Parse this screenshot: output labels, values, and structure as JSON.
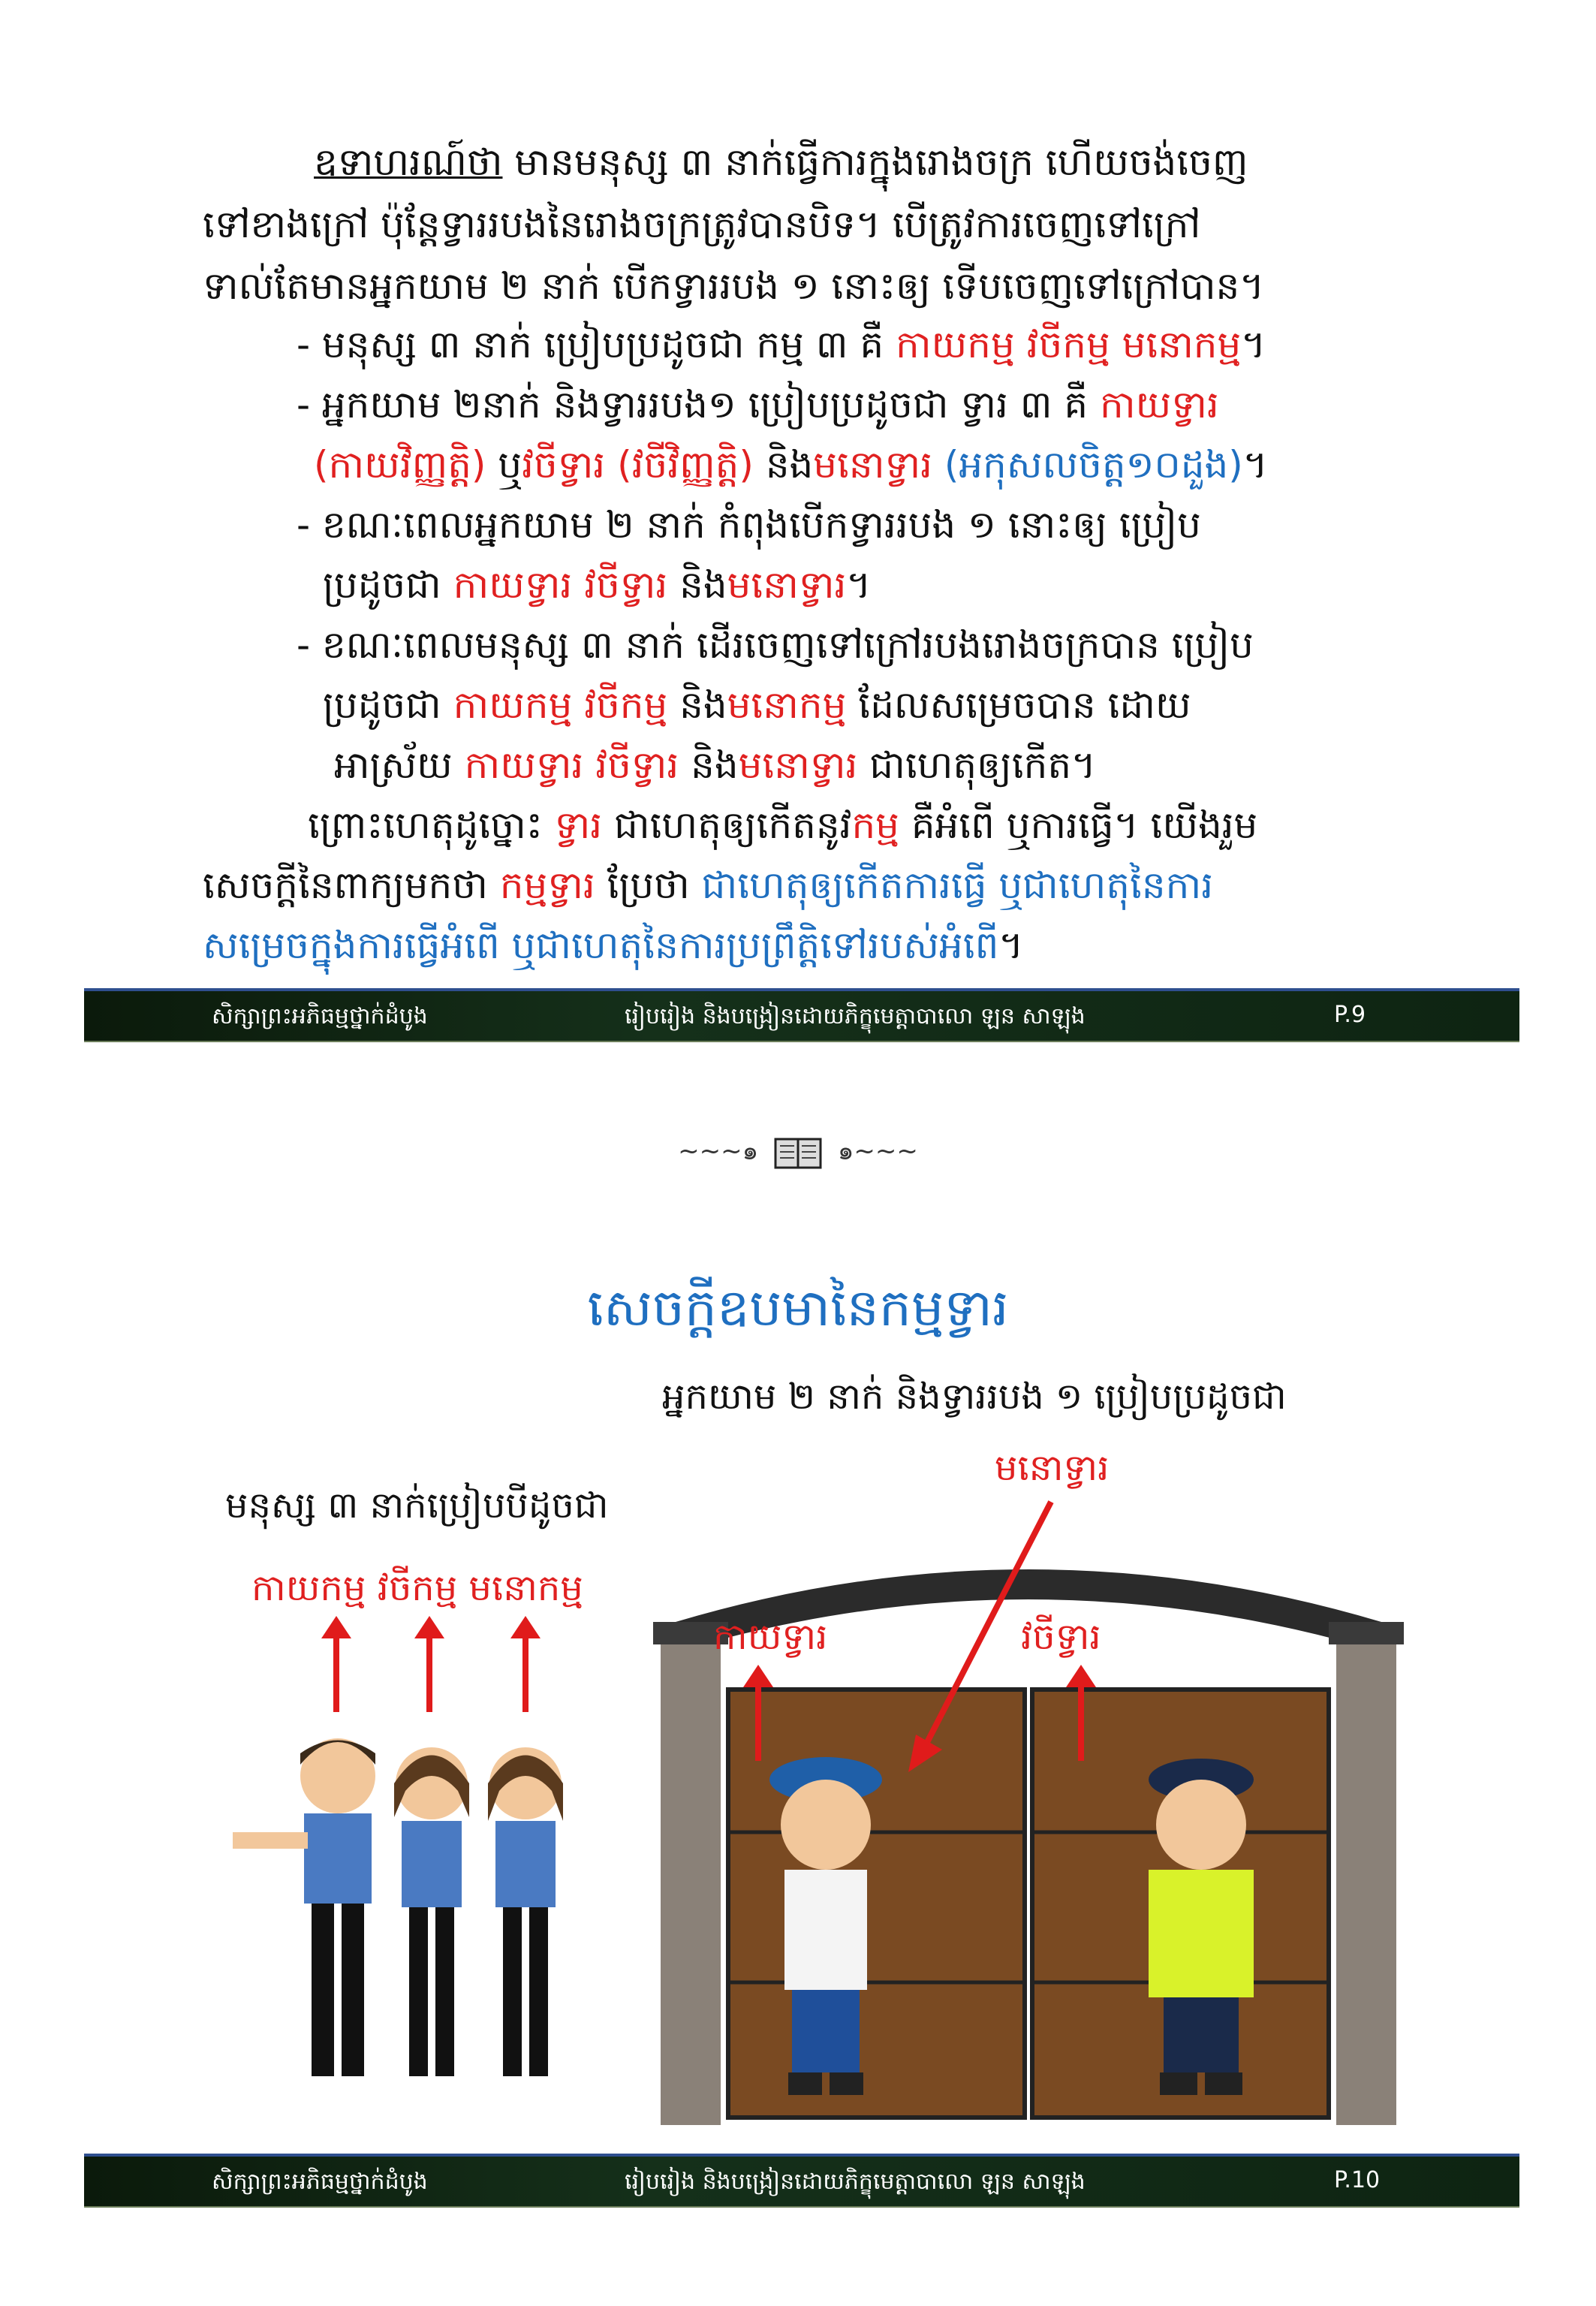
{
  "page9": {
    "p1_lead": "ឧទាហរណ៍ថា",
    "p1_rest": " មានមនុស្ស ៣ នាក់ធ្វើការក្នុងរោងចក្រ ហើយចង់ចេញ",
    "p1_l2": "ទៅខាងក្រៅ   ប៉ុន្តែទ្វាររបងនៃរោងចក្រត្រូវបានបិទ។   បើត្រូវការចេញទៅក្រៅ",
    "p1_l3": "ទាល់តែមានអ្នកយាម ២ នាក់ បើកទ្វាររបង ១ នោះឲ្យ ទើបចេញទៅក្រៅបាន។",
    "b1_a": "- មនុស្ស ៣ នាក់ ប្រៀបប្រដូចជា កម្ម ៣ គឺ ",
    "b1_red": "កាយកម្ម វចីកម្ម មនោកម្ម",
    "b1_end": "។",
    "b2_a": "- អ្នកយាម ២នាក់ និងទ្វាររបង១ ប្រៀបប្រដូចជា ទ្វារ ៣ គឺ ",
    "b2_red1": "កាយទ្វារ",
    "b2_l2_red1": "(កាយវិញ្ញត្តិ)",
    "b2_l2_b": " ឬ",
    "b2_l2_red2": "វចីទ្វារ",
    "b2_l2_red3": " (វចីវិញ្ញត្តិ)",
    "b2_l2_c": " និង",
    "b2_l2_red4": "មនោទ្វារ",
    "b2_l2_blue": " (អកុសលចិត្ត១០ដួង)",
    "b2_l2_end": "។",
    "b3_l1": "- ខណៈពេលអ្នកយាម ២ នាក់ កំពុងបើកទ្វាររបង ១ នោះឲ្យ ប្រៀប",
    "b3_l2_a": "ប្រដូចជា ",
    "b3_l2_red1": "កាយទ្វារ វចីទ្វារ",
    "b3_l2_b": " និង",
    "b3_l2_red2": "មនោទ្វារ",
    "b3_l2_end": "។",
    "b4_l1": "- ខណៈពេលមនុស្ស ៣ នាក់  ដើរចេញទៅក្រៅរបងរោងចក្របាន ប្រៀប",
    "b4_l2_a": "ប្រដូចជា ",
    "b4_l2_red1": "កាយកម្ម វចីកម្ម",
    "b4_l2_b": " និង",
    "b4_l2_red2": "មនោកម្ម",
    "b4_l2_c": " ដែលសម្រេចបាន ដោយ",
    "b4_l3_a": "អាស្រ័យ ",
    "b4_l3_red1": "កាយទ្វារ វចីទ្វារ",
    "b4_l3_b": " និង",
    "b4_l3_red2": "មនោទ្វារ",
    "b4_l3_c": " ជាហេតុឲ្យកើត។",
    "c_l1_a": "ព្រោះហេតុដូច្នោះ ",
    "c_l1_red1": "ទ្វារ",
    "c_l1_b": " ជាហេតុឲ្យកើតនូវ",
    "c_l1_red2": "កម្ម",
    "c_l1_c": " គឺអំពើ ឬការធ្វើ។ យើងរួម",
    "c_l2_a": "សេចក្តីនៃពាក្យមកថា  ",
    "c_l2_red": "កម្មទ្វារ",
    "c_l2_b": "  ប្រែថា  ",
    "c_l2_blue": "ជាហេតុឲ្យកើតការធ្វើ  ឬជាហេតុនៃការ",
    "c_l3_blue": "សម្រេចក្នុងការធ្វើអំពើ ឬជាហេតុនៃការប្រព្រឹត្តិទៅរបស់អំពើ",
    "c_l3_end": "។"
  },
  "footer": {
    "left": "សិក្សាព្រះអភិធម្មថ្នាក់ដំបូង",
    "middle": "រៀបរៀង  និងបង្រៀនដោយភិក្ខុមេត្តាបាលោ  ឡន  សាឡុង",
    "page9": "P.9",
    "page10": "P.10"
  },
  "ornament": {
    "left": "~~~๑",
    "right": "๑~~~"
  },
  "page10": {
    "title": "សេចក្តីឧបមានៃកម្មទ្វារ",
    "guards_caption": "អ្នកយាម ២ នាក់ និងទ្វាររបង ១ ប្រៀបប្រដូចជា",
    "people_caption": "មនុស្ស ៣ នាក់ប្រៀបបីដូចជា",
    "people_labels": "កាយកម្ម វចីកម្ម មនោកម្ម",
    "mano_label": "មនោទ្វារ",
    "kaya_label": "កាយទ្វារ",
    "vaci_label": "វចីទ្វារ"
  },
  "colors": {
    "red": "#e02020",
    "blue": "#1f6fc0"
  }
}
